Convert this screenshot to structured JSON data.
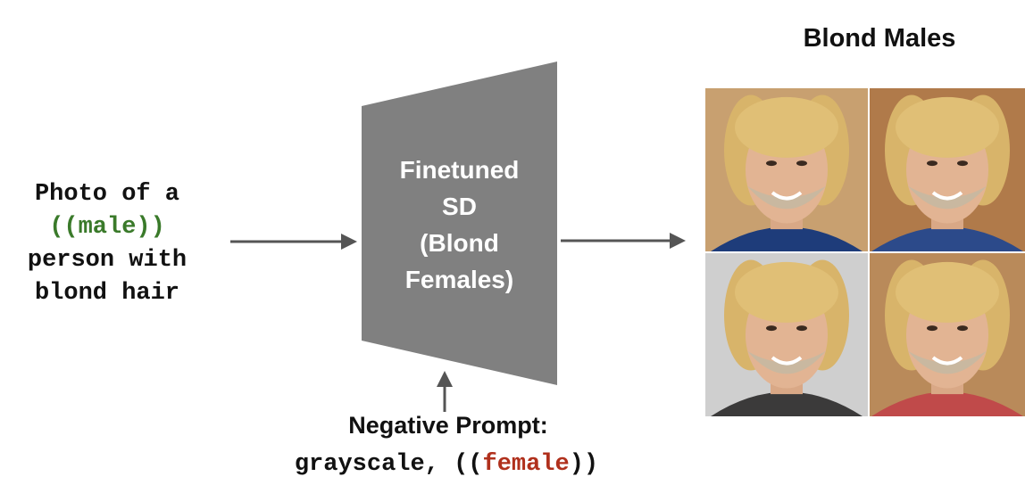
{
  "input_prompt": {
    "line1": "Photo of a",
    "keyword": "((male))",
    "line3": "person with",
    "line4": "blond hair"
  },
  "model": {
    "line1": "Finetuned",
    "line2": "SD",
    "line3": "(Blond",
    "line4": "Females)",
    "color": "#808080"
  },
  "negative_prompt": {
    "title": "Negative Prompt:",
    "prefix": "grayscale, ",
    "open": "((",
    "keyword": "female",
    "close": "))"
  },
  "output": {
    "title": "Blond Males",
    "images": [
      {
        "bg": "#c8a070",
        "shirt": "#1e3c7a"
      },
      {
        "bg": "#b07a4a",
        "shirt": "#2c4a8a"
      },
      {
        "bg": "#cfcfcf",
        "shirt": "#3b3a3a"
      },
      {
        "bg": "#b98a5a",
        "shirt": "#c04a4a"
      }
    ]
  },
  "colors": {
    "arrow": "#555555",
    "input_keyword": "#3a7a2a",
    "negative_keyword": "#b0301c"
  }
}
